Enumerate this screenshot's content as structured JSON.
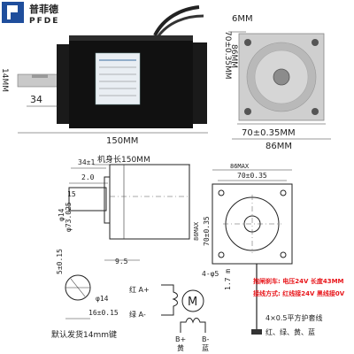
{
  "logo": {
    "text_cn": "普菲德",
    "text_en": "PFDE",
    "color": "#1f4e9c"
  },
  "photo_dimensions": {
    "shaft_height": "14MM",
    "shaft_length": "34",
    "body_length": "150MM",
    "flange_thickness": "6MM",
    "hole_spacing_vertical": "70±0.35MM",
    "flange_height": "86MM",
    "hole_spacing_horizontal": "70±0.35MM",
    "flange_width": "86MM"
  },
  "drawing": {
    "body_length_label": "机身长150MM",
    "shaft_len": "34±1",
    "step_len": "2.0",
    "dia_73": "φ73.025",
    "dia_14": "φ14",
    "dia_15": "15",
    "dim_5": "5±0.15",
    "dim_9_5": "9.5",
    "dim_16": "16±0.15",
    "flat_note": "默认发货14mm键",
    "max_86": "86MAX",
    "front_70_top": "70±0.35",
    "front_70_side": "70±0.35",
    "side_86max": "86MAX",
    "hole_dim": "4-φ5",
    "cable_dim": "1.7 m",
    "cable_note": "4×0.5平方护套线",
    "cable_colors": "红、绿、黄、蓝",
    "brake_note": "抱闸刹车: 电压24V 长度43MM",
    "wiring_note": "接线方式: 红线接24V 黑线接0V"
  },
  "wiring": {
    "motor": "M",
    "a_plus": "红 A+",
    "a_minus": "绿 A-",
    "b_plus": "B+",
    "b_minus": "B-",
    "b_plus_color": "黄",
    "b_minus_color": "蓝"
  }
}
